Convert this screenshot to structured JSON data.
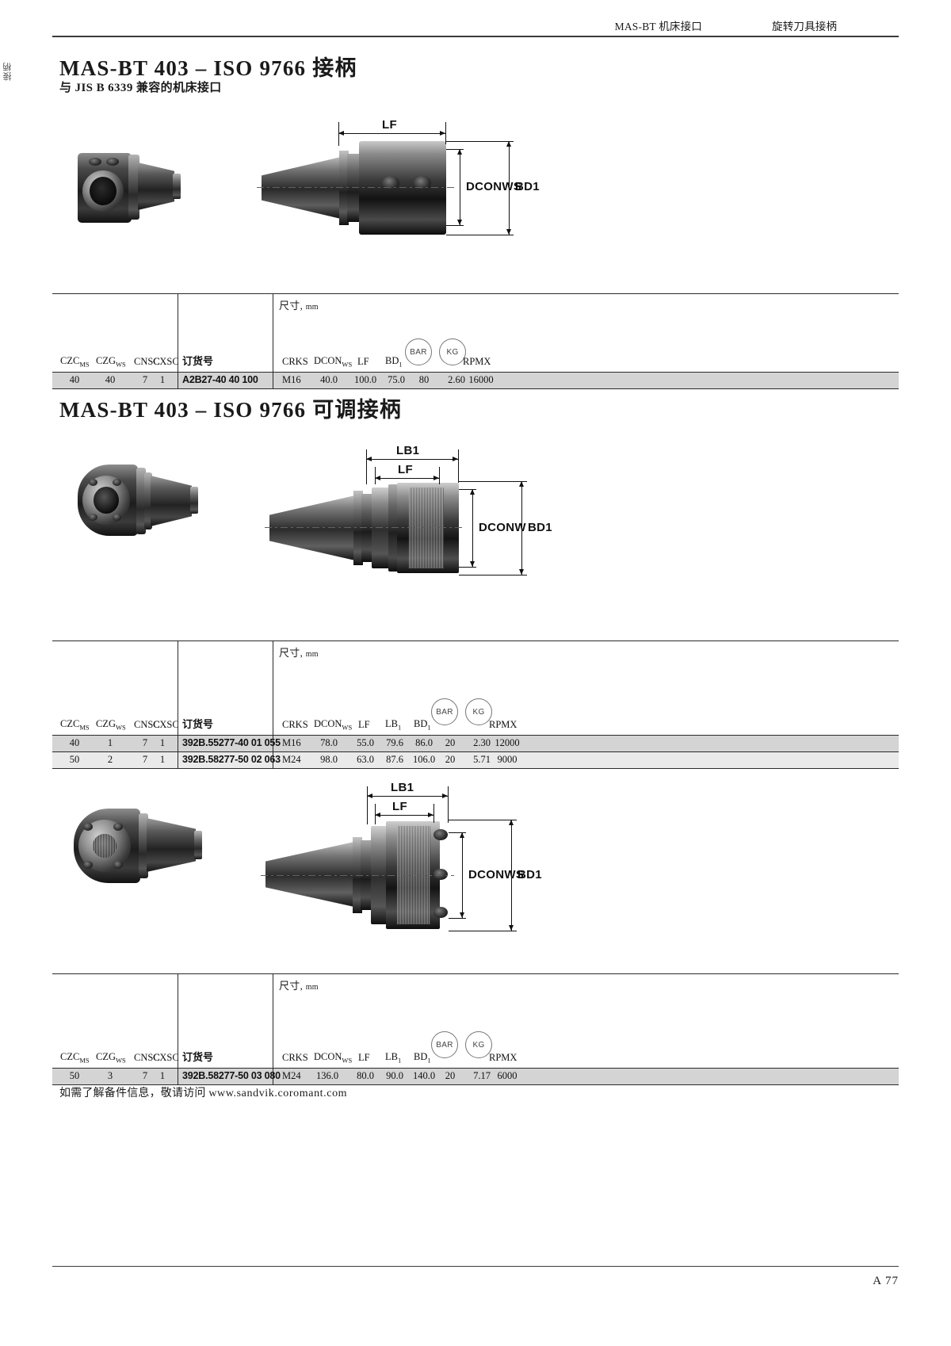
{
  "header": {
    "left_title": "MAS-BT 机床接口",
    "right_title": "旋转刀具接柄",
    "edge_tab": "接柄"
  },
  "sections": [
    {
      "id": "sec1",
      "title": "MAS-BT 403 – ISO 9766 接柄",
      "subtitle": "与 JIS B 6339 兼容的机床接口",
      "dimension_labels": [
        "LF",
        "DCONWS",
        "BD1"
      ]
    },
    {
      "id": "sec2",
      "title": "MAS-BT 403 – ISO 9766 可调接柄",
      "subtitle": "",
      "dimension_labels": [
        "LB1",
        "LF",
        "DCONW",
        "BD1"
      ]
    },
    {
      "id": "sec3",
      "title": "",
      "subtitle": "",
      "dimension_labels": [
        "LB1",
        "LF",
        "DCONWS",
        "BD1"
      ]
    }
  ],
  "tables": [
    {
      "id": "table-1",
      "unit_note": "尺寸,",
      "unit": "mm",
      "badges": [
        "BAR",
        "KG"
      ],
      "headers_left": [
        "CZCMS",
        "CZGWS",
        "CNSC",
        "CXSC"
      ],
      "header_order": "订货号",
      "headers_right": [
        "CRKS",
        "DCONWS",
        "LF",
        "BD1",
        "RPMX"
      ],
      "rows": [
        {
          "czc": "40",
          "czg": "40",
          "cnsc": "7",
          "cxsc": "1",
          "order_code": "A2B27-40 40 100",
          "crks": "M16",
          "dcon": "40.0",
          "lf": "100.0",
          "lb": "",
          "bd": "75.0",
          "bar": "80",
          "kg": "2.60",
          "rpmx": "16000"
        }
      ]
    },
    {
      "id": "table-2",
      "unit_note": "尺寸,",
      "unit": "mm",
      "badges": [
        "BAR",
        "KG"
      ],
      "headers_left": [
        "CZCMS",
        "CZGWS",
        "CNSC",
        "CXSC"
      ],
      "header_order": "订货号",
      "headers_right": [
        "CRKS",
        "DCONWS",
        "LF",
        "LB1",
        "BD1",
        "RPMX"
      ],
      "rows": [
        {
          "czc": "40",
          "czg": "1",
          "cnsc": "7",
          "cxsc": "1",
          "order_code": "392B.55277-40 01 055",
          "crks": "M16",
          "dcon": "78.0",
          "lf": "55.0",
          "lb": "79.6",
          "bd": "86.0",
          "bar": "20",
          "kg": "2.30",
          "rpmx": "12000"
        },
        {
          "czc": "50",
          "czg": "2",
          "cnsc": "7",
          "cxsc": "1",
          "order_code": "392B.58277-50 02 063",
          "crks": "M24",
          "dcon": "98.0",
          "lf": "63.0",
          "lb": "87.6",
          "bd": "106.0",
          "bar": "20",
          "kg": "5.71",
          "rpmx": "9000"
        }
      ]
    },
    {
      "id": "table-3",
      "unit_note": "尺寸,",
      "unit": "mm",
      "badges": [
        "BAR",
        "KG"
      ],
      "headers_left": [
        "CZCMS",
        "CZGWS",
        "CNSC",
        "CXSC"
      ],
      "header_order": "订货号",
      "headers_right": [
        "CRKS",
        "DCONWS",
        "LF",
        "LB1",
        "BD1",
        "RPMX"
      ],
      "rows": [
        {
          "czc": "50",
          "czg": "3",
          "cnsc": "7",
          "cxsc": "1",
          "order_code": "392B.58277-50 03 080",
          "crks": "M24",
          "dcon": "136.0",
          "lf": "80.0",
          "lb": "90.0",
          "bd": "140.0",
          "bar": "20",
          "kg": "7.17",
          "rpmx": "6000"
        }
      ]
    }
  ],
  "footer": {
    "note_cn": "如需了解备件信息，敬请访问",
    "note_url": "www.sandvik.coromant.com",
    "page_number": "A 77"
  }
}
